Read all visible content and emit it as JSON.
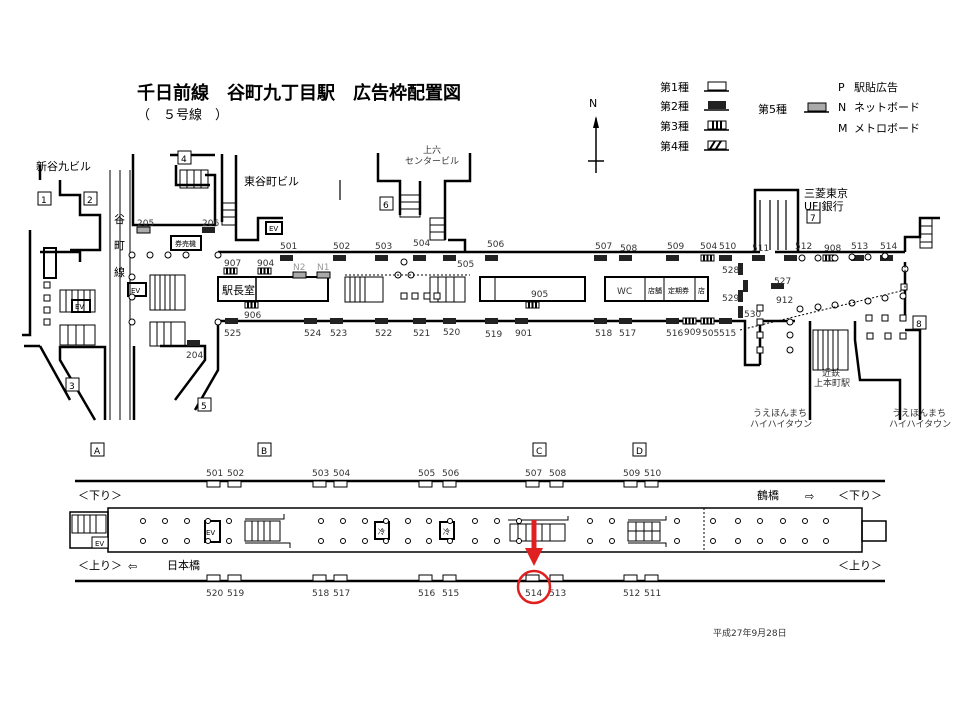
{
  "header": {
    "title": "千日前線　谷町九丁目駅　広告枠配置図",
    "subtitle": "（　５号線　）"
  },
  "legend": {
    "types": [
      "第1種",
      "第2種",
      "第3種",
      "第4種",
      "第5種"
    ],
    "codes": [
      {
        "letter": "P",
        "label": "駅貼広告"
      },
      {
        "letter": "N",
        "label": "ネットボード"
      },
      {
        "letter": "M",
        "label": "メトロボード"
      }
    ]
  },
  "compass": {
    "north": "N"
  },
  "concourse": {
    "places": {
      "shintanikyu": "新谷九ビル",
      "higashitanimachi": "東谷町ビル",
      "uehonmachi_center_1": "上六",
      "uehonmachi_center_2": "センタービル",
      "mufg_1": "三菱東京",
      "mufg_2": "UFJ銀行",
      "kintetsu_1": "近鉄",
      "kintetsu_2": "上本町駅",
      "hihi_a1": "うえほんまち",
      "hihi_a2": "ハイハイタウン",
      "hihi_b1": "うえほんまち",
      "hihi_b2": "ハイハイタウン",
      "tanimachi_line": [
        "谷",
        "町",
        "線"
      ]
    },
    "exits": [
      "1",
      "2",
      "3",
      "4",
      "5",
      "6",
      "7",
      "8"
    ],
    "rooms": {
      "station_master": "駅長室",
      "wc": "WC",
      "ev": "EV",
      "ticket": "券売機",
      "shop": "店",
      "shop2": "店舗",
      "pass": "定期券"
    },
    "ads_top": [
      "205",
      "206",
      "501",
      "502",
      "503",
      "504",
      "505",
      "506",
      "507",
      "508",
      "509",
      "504",
      "510",
      "511",
      "512",
      "908",
      "513",
      "514"
    ],
    "ads_bottom": [
      "204",
      "525",
      "524",
      "523",
      "522",
      "521",
      "520",
      "519",
      "901",
      "518",
      "517",
      "516",
      "909",
      "505",
      "515"
    ],
    "ads_inner": [
      "907",
      "904",
      "N2",
      "N1",
      "906",
      "905",
      "912",
      "527",
      "528",
      "529",
      "530"
    ]
  },
  "platform": {
    "zones": [
      "A",
      "B",
      "C",
      "D"
    ],
    "ads_top": [
      "501",
      "502",
      "503",
      "504",
      "505",
      "506",
      "507",
      "508",
      "509",
      "510"
    ],
    "ads_bottom": [
      "520",
      "519",
      "518",
      "517",
      "516",
      "515",
      "514",
      "513",
      "512",
      "511"
    ],
    "down_left": "＜下り＞",
    "down_right": "＜下り＞",
    "down_dest": "鶴橋",
    "up_left": "＜上り＞",
    "up_right": "＜上り＞",
    "up_dest": "日本橋",
    "ev": "EV",
    "cool": "冷",
    "highlighted_ad": "514",
    "highlight_color": "#e02020"
  },
  "footer": {
    "date": "平成27年9月28日"
  }
}
